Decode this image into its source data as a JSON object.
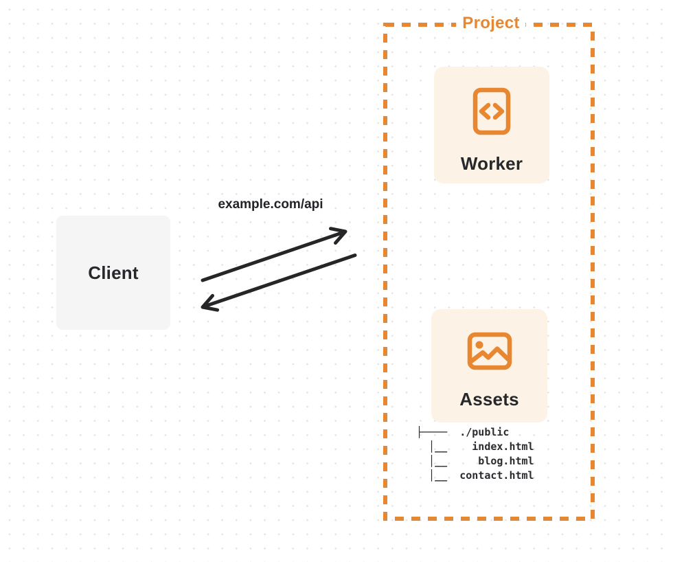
{
  "diagram": {
    "client": {
      "label": "Client"
    },
    "connection": {
      "label": "example.com/api"
    },
    "project": {
      "label": "Project",
      "worker": {
        "label": "Worker",
        "icon": "code-file-icon"
      },
      "assets": {
        "label": "Assets",
        "icon": "image-icon"
      },
      "file_tree": {
        "root": "./public",
        "files": [
          "index.html",
          "blog.html",
          "contact.html"
        ],
        "lines": [
          "├────  ./public",
          "  │__    index.html",
          "  │__     blog.html",
          "  │__  contact.html"
        ]
      }
    },
    "colors": {
      "accent_orange": "#e78731",
      "node_fill": "#fcf2e5",
      "client_fill": "#f5f5f6",
      "arrow": "#262628",
      "text_dark": "#26282b",
      "dot_grid": "#e4e4e8"
    }
  }
}
